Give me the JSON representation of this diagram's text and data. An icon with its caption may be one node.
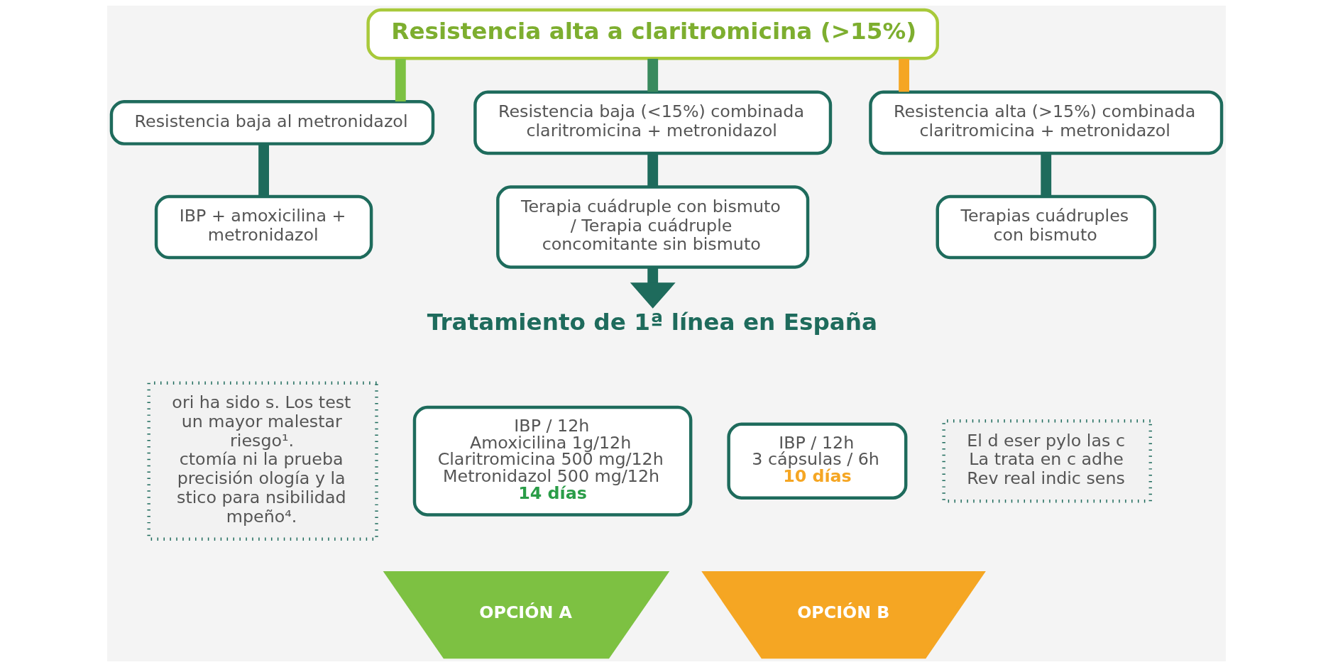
{
  "diagram": {
    "nodes": [
      {
        "text": [
          "Resistencia alta a claritromicina (>15%)"
        ]
      },
      {
        "text": [
          "Resistencia baja al metronidazol"
        ]
      },
      {
        "text": [
          "Resistencia baja (<15%) combinada claritromicina + metronidazol"
        ]
      },
      {
        "text": [
          "Resistencia alta (>15%) combinada claritromicina + metronidazol"
        ]
      },
      {
        "text": [
          "IBP + amoxicilina + metronidazol"
        ]
      },
      {
        "text": [
          "Terapia cuádruple con bismuto / Terapia cuádruple concomitante sin bismuto"
        ]
      },
      {
        "text": [
          "Terapias cuádruples con bismuto"
        ]
      },
      {
        "text": [
          "Tratamiento de 1ª línea en España"
        ]
      },
      {
        "text": [
          "IBP / 12h",
          "Amoxicilina 1g/12h",
          "Claritromicina 500 mg/12h",
          "Metronidazol 500 mg/12h",
          "14 días"
        ]
      },
      {
        "text": [
          "OPCIÓN A"
        ]
      },
      {
        "text": [
          "IBP / 12h",
          "3 cápsulas / 6h",
          "10 días"
        ]
      },
      {
        "text": [
          "OPCIÓN B"
        ]
      },
      {
        "text": [
          "ori ha sido s. Los test un mayor malestar riesgo¹.",
          "ctomía ni la prueba precisión ología y la",
          "stico para nsibilidad mpeño⁴."
        ]
      },
      {
        "text": [
          "El d eser pylo las c",
          "La trata en c adhe",
          "Rev real indic sens"
        ]
      }
    ],
    "edges": [
      {
        "from": 0,
        "to": 1,
        "arrow": "none",
        "color": "#7dc142"
      },
      {
        "from": 0,
        "to": 2,
        "arrow": "none",
        "color": "#3a8a5e"
      },
      {
        "from": 0,
        "to": 3,
        "arrow": "none",
        "color": "#f5a623"
      },
      {
        "from": 1,
        "to": 4,
        "arrow": "none"
      },
      {
        "from": 2,
        "to": 5,
        "arrow": "none"
      },
      {
        "from": 3,
        "to": 6,
        "arrow": "none"
      },
      {
        "from": 5,
        "to": 7,
        "arrow": "to"
      }
    ]
  }
}
